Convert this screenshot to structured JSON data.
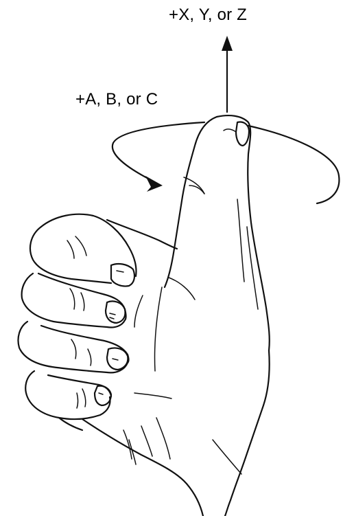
{
  "diagram": {
    "linear_axis_label": "+X, Y, or Z",
    "rotation_axis_label": "+A, B, or C"
  },
  "colors": {
    "ink": "#111111",
    "background": "#ffffff"
  },
  "icons": {
    "linear_arrow": "arrow-up-icon",
    "rotation_arrow": "circular-arrow-icon",
    "hand": "right-hand-thumb-up-illustration"
  }
}
